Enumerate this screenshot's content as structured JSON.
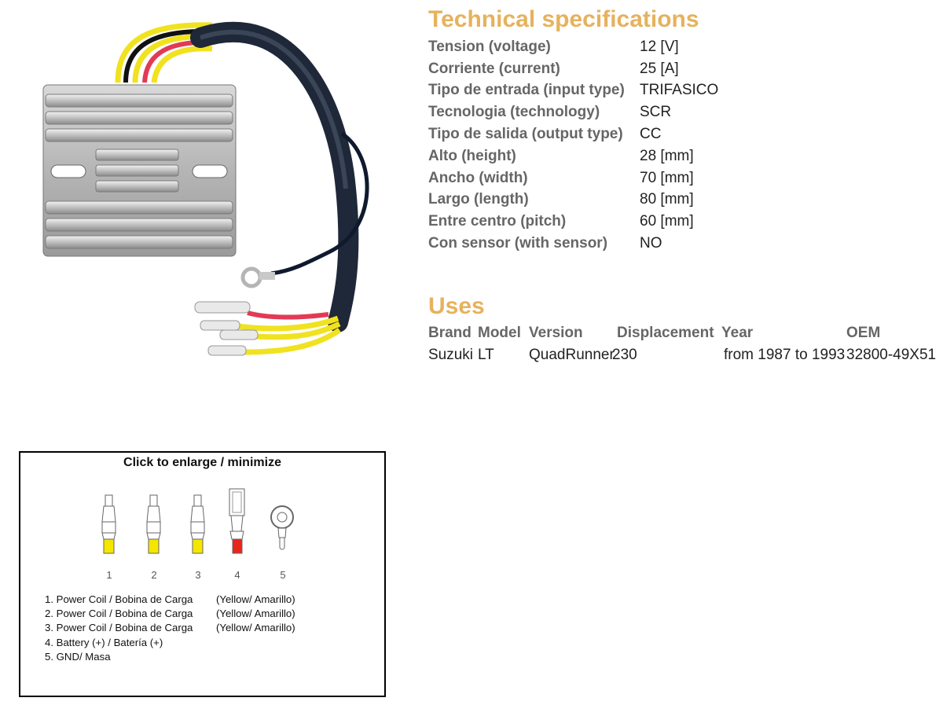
{
  "specs": {
    "title": "Technical specifications",
    "rows": [
      {
        "label": "Tension (voltage)",
        "value": "12 [V]"
      },
      {
        "label": "Corriente (current)",
        "value": "25 [A]"
      },
      {
        "label": "Tipo de entrada (input type)",
        "value": "TRIFASICO"
      },
      {
        "label": "Tecnologia (technology)",
        "value": "SCR"
      },
      {
        "label": "Tipo de salida (output type)",
        "value": "CC"
      },
      {
        "label": "Alto (height)",
        "value": "28 [mm]"
      },
      {
        "label": "Ancho (width)",
        "value": "70 [mm]"
      },
      {
        "label": "Largo (length)",
        "value": "80 [mm]"
      },
      {
        "label": "Entre centro (pitch)",
        "value": "60 [mm]"
      },
      {
        "label": "Con sensor (with sensor)",
        "value": "NO"
      }
    ]
  },
  "uses": {
    "title": "Uses",
    "headers": {
      "brand": "Brand",
      "model": "Model",
      "version": "Version",
      "displacement": "Displacement",
      "year": "Year",
      "oem": "OEM"
    },
    "rows": [
      {
        "brand": "Suzuki",
        "model": "LT",
        "version": "QuadRunner",
        "displacement": "230",
        "year": "from 1987 to 1993",
        "oem": "32800-49X51"
      }
    ]
  },
  "wiring": {
    "toggle_label": "Click to enlarge / minimize",
    "connector_numbers": [
      "1",
      "2",
      "3",
      "4",
      "5"
    ],
    "colors": {
      "yellow": "#f5e600",
      "red": "#e8261c"
    },
    "legend": [
      {
        "desc": "1. Power Coil / Bobina de Carga",
        "color": "(Yellow/ Amarillo)"
      },
      {
        "desc": "2. Power Coil / Bobina de Carga",
        "color": "(Yellow/ Amarillo)"
      },
      {
        "desc": "3. Power Coil / Bobina de Carga",
        "color": "(Yellow/ Amarillo)"
      },
      {
        "desc": "4. Battery (+) / Batería (+)",
        "color": ""
      },
      {
        "desc": "5. GND/ Masa",
        "color": ""
      }
    ]
  }
}
